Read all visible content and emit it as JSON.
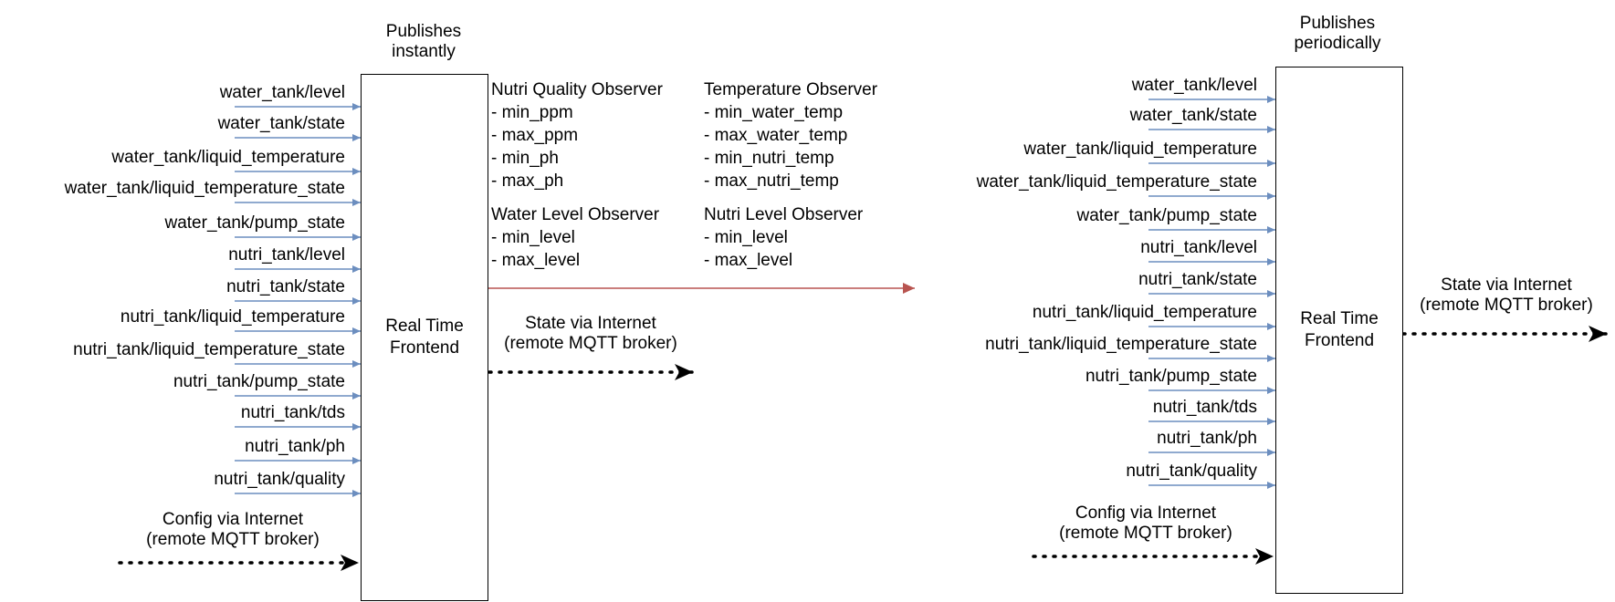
{
  "colors": {
    "topic_arrow": "#6c8ebf",
    "transition_arrow": "#b85450",
    "internet_arrow": "#000000"
  },
  "left": {
    "header": [
      "Publishes",
      "instantly"
    ],
    "box_label": [
      "Real Time",
      "Frontend"
    ],
    "topics": [
      "water_tank/level",
      "water_tank/state",
      "water_tank/liquid_temperature",
      "water_tank/liquid_temperature_state",
      "water_tank/pump_state",
      "nutri_tank/level",
      "nutri_tank/state",
      "nutri_tank/liquid_temperature",
      "nutri_tank/liquid_temperature_state",
      "nutri_tank/pump_state",
      "nutri_tank/tds",
      "nutri_tank/ph",
      "nutri_tank/quality"
    ],
    "config": [
      "Config via Internet",
      "(remote MQTT broker)"
    ],
    "state": [
      "State via Internet",
      "(remote MQTT broker)"
    ]
  },
  "observers": {
    "nutri_quality": {
      "title": "Nutri Quality Observer",
      "items": [
        "- min_ppm",
        "- max_ppm",
        "- min_ph",
        "- max_ph"
      ]
    },
    "temperature": {
      "title": "Temperature Observer",
      "items": [
        "- min_water_temp",
        "- max_water_temp",
        "- min_nutri_temp",
        "- max_nutri_temp"
      ]
    },
    "water_level": {
      "title": "Water Level Observer",
      "items": [
        "- min_level",
        "- max_level"
      ]
    },
    "nutri_level": {
      "title": "Nutri Level Observer",
      "items": [
        "- min_level",
        "- max_level"
      ]
    }
  },
  "right": {
    "header": [
      "Publishes",
      "periodically"
    ],
    "box_label": [
      "Real Time",
      "Frontend"
    ],
    "topics": [
      "water_tank/level",
      "water_tank/state",
      "water_tank/liquid_temperature",
      "water_tank/liquid_temperature_state",
      "water_tank/pump_state",
      "nutri_tank/level",
      "nutri_tank/state",
      "nutri_tank/liquid_temperature",
      "nutri_tank/liquid_temperature_state",
      "nutri_tank/pump_state",
      "nutri_tank/tds",
      "nutri_tank/ph",
      "nutri_tank/quality"
    ],
    "config": [
      "Config via Internet",
      "(remote MQTT broker)"
    ],
    "state": [
      "State via Internet",
      "(remote MQTT broker)"
    ]
  }
}
